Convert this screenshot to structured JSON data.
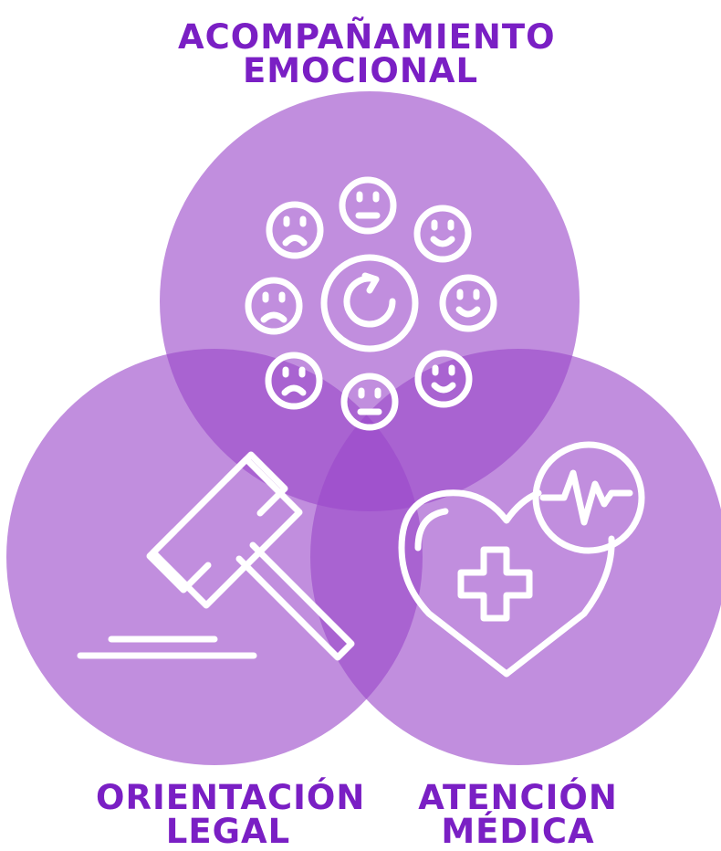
{
  "labels": {
    "top": [
      "ACOMPAÑAMIENTO",
      "EMOCIONAL"
    ],
    "left": [
      "ORIENTACIÓN",
      "LEGAL"
    ],
    "right": [
      "ATENCIÓN",
      "MÉDICA"
    ]
  },
  "colors": {
    "circle_fill": "#9b48c9",
    "label_text": "#7a1fc4",
    "icon_stroke": "#ffffff"
  },
  "icons": [
    "emotions-wheel-icon",
    "gavel-icon",
    "heart-health-icon"
  ]
}
